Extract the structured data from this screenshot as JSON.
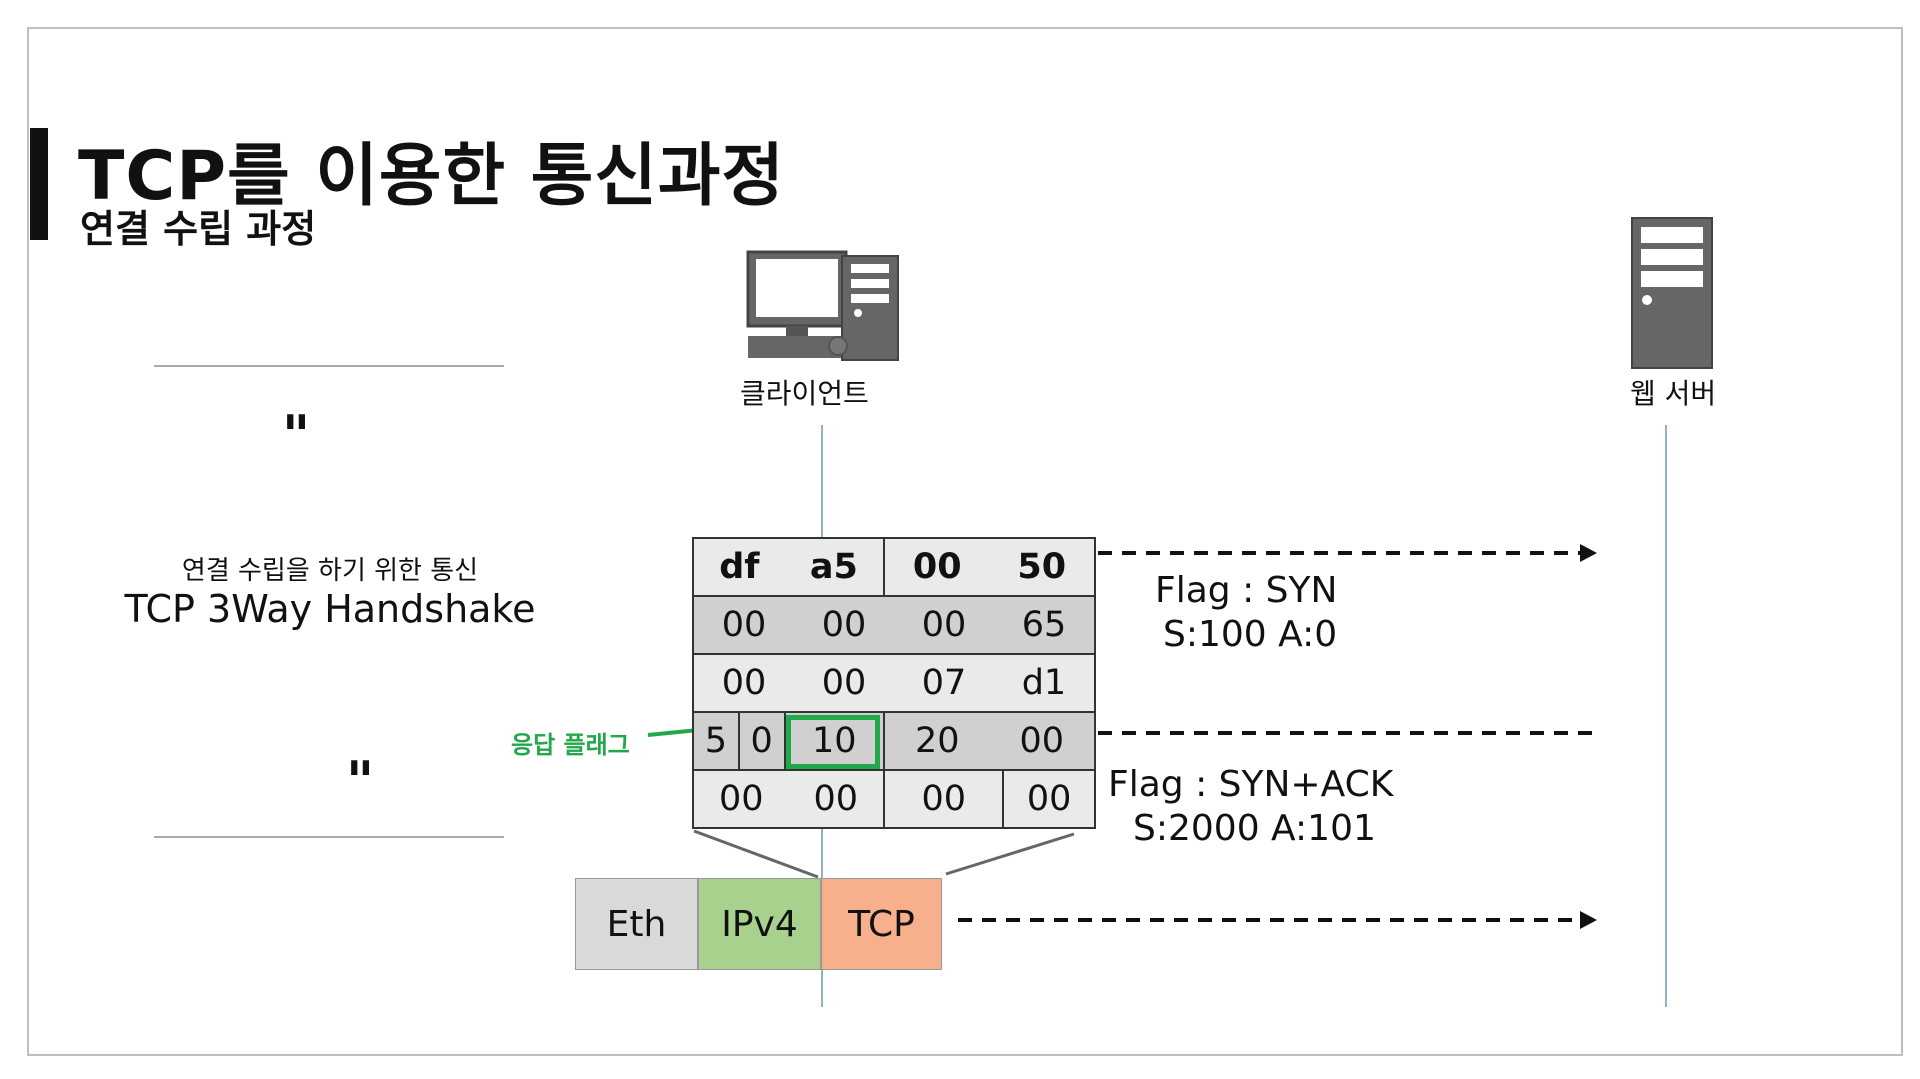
{
  "slide": {
    "title": "TCP를 이용한 통신과정",
    "subtitle": "연결 수립 과정"
  },
  "sidebar": {
    "quote_open": "\"",
    "quote_close": "\"",
    "line1": "연결 수립을 하기 위한 통신",
    "line2": "TCP 3Way Handshake"
  },
  "nodes": {
    "client_label": "클라이언트",
    "server_label": "웹 서버"
  },
  "packet_table": {
    "row1": [
      "df",
      "a5",
      "00",
      "50"
    ],
    "row2": [
      "00",
      "00",
      "00",
      "65"
    ],
    "row3": [
      "00",
      "00",
      "07",
      "d1"
    ],
    "row4": [
      "5",
      "0",
      "10",
      "20",
      "00"
    ],
    "row5": [
      "00",
      "00",
      "00",
      "00"
    ]
  },
  "response_flag_label": "응답 플래그",
  "messages": {
    "syn_flag": "Flag : SYN",
    "syn_seq": "S:100 A:0",
    "synack_flag": "Flag : SYN+ACK",
    "synack_seq": "S:2000 A:101"
  },
  "layers": [
    "Eth",
    "IPv4",
    "TCP"
  ],
  "colors": {
    "eth": "#d9d9d9",
    "ipv4": "#a9d18e",
    "tcp": "#f8b08c",
    "highlight": "#20a84a",
    "lifeline": "#8fb3c2"
  }
}
